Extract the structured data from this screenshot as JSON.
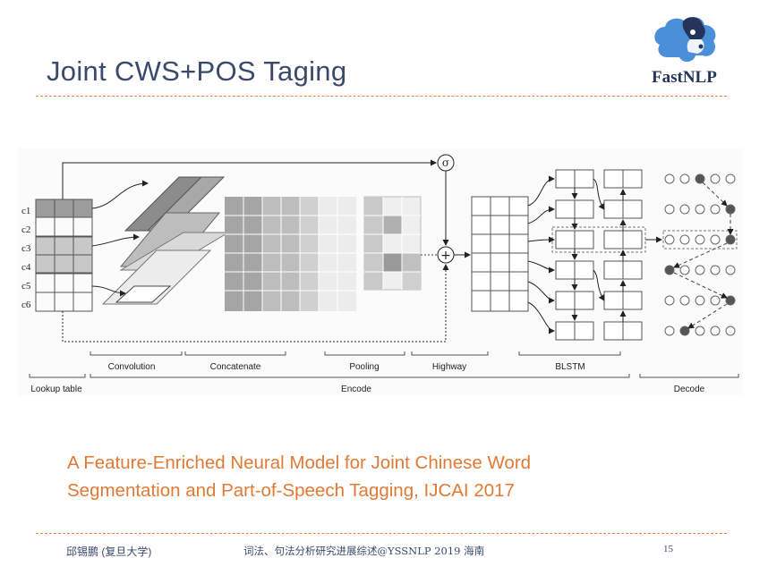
{
  "slide": {
    "title": "Joint CWS+POS Taging",
    "logo_text": "FastNLP",
    "citation_line1": "A Feature-Enriched Neural Model for Joint Chinese Word",
    "citation_line2": "Segmentation and Part-of-Speech Tagging, IJCAI 2017"
  },
  "figure": {
    "input_chars": [
      "c1",
      "c2",
      "c3",
      "c4",
      "c5",
      "c6"
    ],
    "sigma_symbol": "σ",
    "plus_symbol": "+",
    "stage_labels": {
      "convolution": "Convolution",
      "concatenate": "Concatenate",
      "pooling": "Pooling",
      "highway": "Highway",
      "blstm": "BLSTM"
    },
    "group_labels": {
      "lookup": "Lookup table",
      "encode": "Encode",
      "decode": "Decode"
    }
  },
  "footer": {
    "author": "邱锡鹏 (复旦大学)",
    "talk": "词法、句法分析研究进展综述@YSSNLP 2019 海南",
    "page_number": "15"
  },
  "colors": {
    "title": "#3b4a6b",
    "accent_orange": "#e07a35",
    "rule": "#e0844a",
    "logo_blue": "#4a8fd8",
    "logo_navy": "#26335a"
  }
}
